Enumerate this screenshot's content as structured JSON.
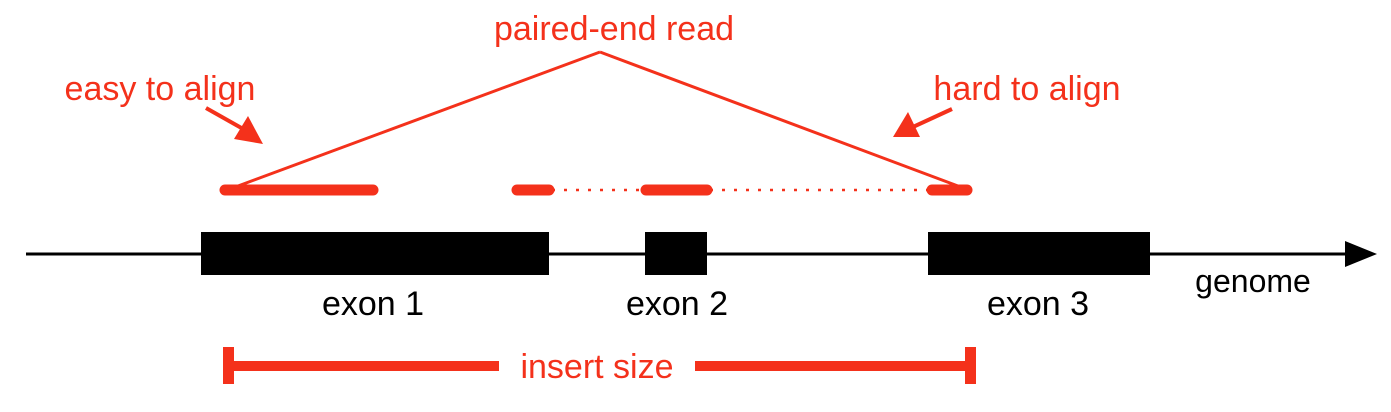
{
  "colors": {
    "accent": "#f4311b",
    "ink": "#000000",
    "background": "#ffffff"
  },
  "labels": {
    "paired_end_read": "paired-end read",
    "easy": "easy to align",
    "hard": "hard to align",
    "genome": "genome",
    "insert_size": "insert size"
  },
  "exons": [
    {
      "label": "exon 1"
    },
    {
      "label": "exon 2"
    },
    {
      "label": "exon 3"
    }
  ]
}
